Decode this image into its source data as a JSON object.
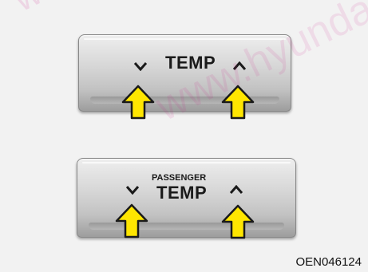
{
  "watermark": {
    "text": "www.hyundaicl"
  },
  "panels": [
    {
      "temp_label": "TEMP"
    },
    {
      "passenger_label": "PASSENGER",
      "temp_label": "TEMP"
    }
  ],
  "figure_code": "OEN046124",
  "colors": {
    "background": "#f2f2f2",
    "panel": "#c9c9c9",
    "arrow_fill": "#ffe600",
    "arrow_stroke": "#1a1a1a",
    "watermark": "#d01a8a"
  },
  "icons": [
    "chevron-down-icon",
    "chevron-up-icon",
    "pointer-arrow-icon"
  ]
}
